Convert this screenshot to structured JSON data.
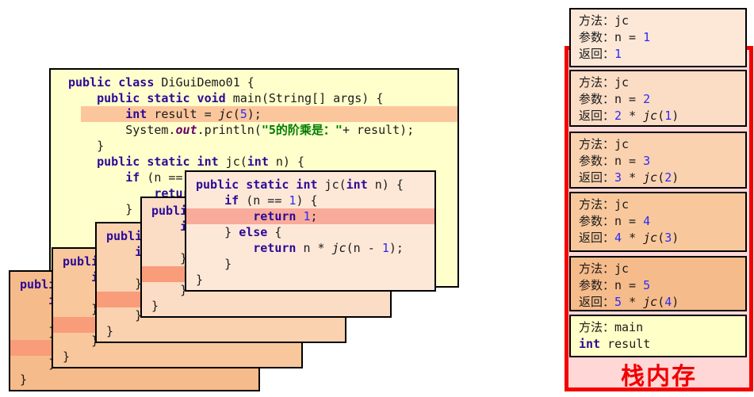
{
  "colors": {
    "main_window_bg": "#ffffcc",
    "main_frame_bg": "#ffffc8",
    "level1_bg": "#fde8d8",
    "level2_bg": "#fbdcc4",
    "level3_bg": "#fad2b0",
    "level4_bg": "#f8c89c",
    "level5_bg": "#f6bb8a",
    "highlight_main": "#fcc69c",
    "highlight_front": "#f9ab9b",
    "highlight_back": "#f89c7a",
    "keyword_color": "#2b0a97",
    "number_color": "#2b2bf5",
    "string_color": "#007d00",
    "static_field_color": "#660066",
    "stack_border_color": "#f40000",
    "stack_bg_color": "#ffd7d7",
    "stack_label_color": "#f00000"
  },
  "main_code": {
    "highlight_line": 2,
    "lines": [
      [
        [
          "kw",
          "public class"
        ],
        [
          "pl",
          " DiGuiDemo01 {"
        ]
      ],
      [
        [
          "pl",
          "    "
        ],
        [
          "kw",
          "public static void"
        ],
        [
          "pl",
          " main(String[] args) {"
        ]
      ],
      [
        [
          "pl",
          "        "
        ],
        [
          "kw",
          "int"
        ],
        [
          "pl",
          " result = "
        ],
        [
          "it",
          "jc"
        ],
        [
          "pl",
          "("
        ],
        [
          "num",
          "5"
        ],
        [
          "pl",
          ");"
        ]
      ],
      [
        [
          "pl",
          "        System."
        ],
        [
          "out",
          "out"
        ],
        [
          "pl",
          ".println("
        ],
        [
          "str",
          "\"5的阶乘是：\""
        ],
        [
          "pl",
          "+ result);"
        ]
      ],
      [
        [
          "pl",
          "    }"
        ]
      ],
      [
        [
          "pl",
          "    "
        ],
        [
          "kw",
          "public static int"
        ],
        [
          "pl",
          " jc("
        ],
        [
          "kw",
          "int"
        ],
        [
          "pl",
          " n) {"
        ]
      ],
      [
        [
          "pl",
          "        "
        ],
        [
          "kw",
          "if"
        ],
        [
          "pl",
          " (n == "
        ],
        [
          "num",
          "1"
        ],
        [
          "pl",
          ") {"
        ]
      ],
      [
        [
          "pl",
          "            "
        ],
        [
          "kw",
          "return"
        ],
        [
          "pl",
          " "
        ],
        [
          "num",
          "1"
        ],
        [
          "pl",
          ";"
        ]
      ],
      [
        [
          "pl",
          "        } "
        ],
        [
          "kw",
          "else"
        ],
        [
          "pl",
          " {"
        ]
      ],
      [
        [
          "pl",
          "            "
        ],
        [
          "kw",
          "return"
        ],
        [
          "pl",
          " n * "
        ],
        [
          "it",
          "jc"
        ],
        [
          "pl",
          "(n - "
        ],
        [
          "num",
          "1"
        ],
        [
          "pl",
          ");"
        ]
      ],
      [
        [
          "pl",
          "        }"
        ]
      ],
      [
        [
          "pl",
          "    }"
        ]
      ],
      [
        [
          "pl",
          "}"
        ]
      ]
    ]
  },
  "jc_code": {
    "front_highlight": 2,
    "back_highlight": 4,
    "lines": [
      [
        [
          "kw",
          "public static int"
        ],
        [
          "pl",
          " jc("
        ],
        [
          "kw",
          "int"
        ],
        [
          "pl",
          " n) {"
        ]
      ],
      [
        [
          "pl",
          "    "
        ],
        [
          "kw",
          "if"
        ],
        [
          "pl",
          " (n == "
        ],
        [
          "num",
          "1"
        ],
        [
          "pl",
          ") {"
        ]
      ],
      [
        [
          "pl",
          "        "
        ],
        [
          "kw",
          "return"
        ],
        [
          "pl",
          " "
        ],
        [
          "num",
          "1"
        ],
        [
          "pl",
          ";"
        ]
      ],
      [
        [
          "pl",
          "    } "
        ],
        [
          "kw",
          "else"
        ],
        [
          "pl",
          " {"
        ]
      ],
      [
        [
          "pl",
          "        "
        ],
        [
          "kw",
          "return"
        ],
        [
          "pl",
          " n * "
        ],
        [
          "it",
          "jc"
        ],
        [
          "pl",
          "(n - "
        ],
        [
          "num",
          "1"
        ],
        [
          "pl",
          ");"
        ]
      ],
      [
        [
          "pl",
          "    }"
        ]
      ],
      [
        [
          "pl",
          "}"
        ]
      ]
    ]
  },
  "stack": {
    "title": "栈内存",
    "frames": [
      {
        "id": "jc-n1",
        "lines": [
          [
            [
              "pl",
              "方法：jc"
            ]
          ],
          [
            [
              "pl",
              "参数：n = "
            ],
            [
              "num",
              "1"
            ]
          ],
          [
            [
              "pl",
              "返回："
            ],
            [
              "num",
              "1"
            ]
          ]
        ]
      },
      {
        "id": "jc-n2",
        "lines": [
          [
            [
              "pl",
              "方法：jc"
            ]
          ],
          [
            [
              "pl",
              "参数：n = "
            ],
            [
              "num",
              "2"
            ]
          ],
          [
            [
              "pl",
              "返回："
            ],
            [
              "num",
              "2"
            ],
            [
              "pl",
              " * "
            ],
            [
              "it",
              "jc"
            ],
            [
              "pl",
              "("
            ],
            [
              "num",
              "1"
            ],
            [
              "pl",
              ")"
            ]
          ]
        ]
      },
      {
        "id": "jc-n3",
        "lines": [
          [
            [
              "pl",
              "方法：jc"
            ]
          ],
          [
            [
              "pl",
              "参数：n = "
            ],
            [
              "num",
              "3"
            ]
          ],
          [
            [
              "pl",
              "返回："
            ],
            [
              "num",
              "3"
            ],
            [
              "pl",
              " * "
            ],
            [
              "it",
              "jc"
            ],
            [
              "pl",
              "("
            ],
            [
              "num",
              "2"
            ],
            [
              "pl",
              ")"
            ]
          ]
        ]
      },
      {
        "id": "jc-n4",
        "lines": [
          [
            [
              "pl",
              "方法：jc"
            ]
          ],
          [
            [
              "pl",
              "参数：n = "
            ],
            [
              "num",
              "4"
            ]
          ],
          [
            [
              "pl",
              "返回："
            ],
            [
              "num",
              "4"
            ],
            [
              "pl",
              " * "
            ],
            [
              "it",
              "jc"
            ],
            [
              "pl",
              "("
            ],
            [
              "num",
              "3"
            ],
            [
              "pl",
              ")"
            ]
          ]
        ]
      },
      {
        "id": "jc-n5",
        "lines": [
          [
            [
              "pl",
              "方法：jc"
            ]
          ],
          [
            [
              "pl",
              "参数：n = "
            ],
            [
              "num",
              "5"
            ]
          ],
          [
            [
              "pl",
              "返回："
            ],
            [
              "num",
              "5"
            ],
            [
              "pl",
              " * "
            ],
            [
              "it",
              "jc"
            ],
            [
              "pl",
              "("
            ],
            [
              "num",
              "4"
            ],
            [
              "pl",
              ")"
            ]
          ]
        ]
      },
      {
        "id": "main",
        "lines": [
          [
            [
              "pl",
              "方法：main"
            ]
          ],
          [
            [
              "kw",
              "int"
            ],
            [
              "pl",
              " result"
            ]
          ]
        ]
      }
    ]
  }
}
